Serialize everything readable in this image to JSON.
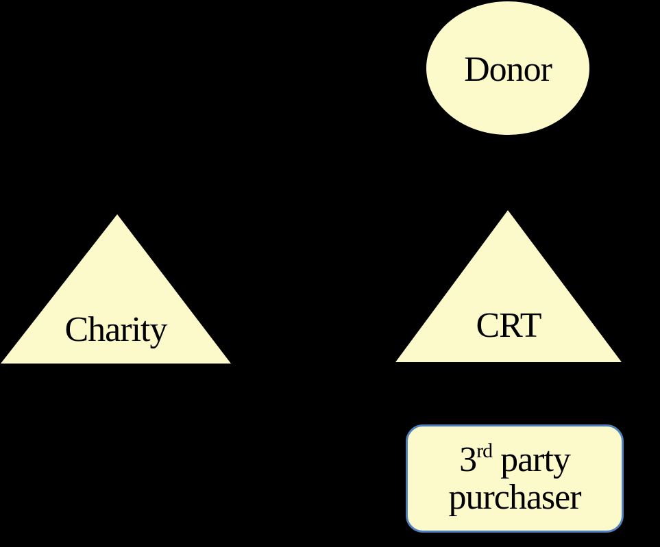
{
  "diagram": {
    "background_color": "#000000",
    "shape_fill_color": "#FCF9CA",
    "text_color": "#000000",
    "box_border_color": "#4F81BD",
    "nodes": {
      "donor": {
        "shape": "ellipse",
        "label": "Donor"
      },
      "charity": {
        "shape": "triangle",
        "label": "Charity"
      },
      "crt": {
        "shape": "triangle",
        "label": "CRT"
      },
      "third_party": {
        "shape": "rounded-rectangle",
        "label": "3rd party purchaser",
        "line1_base": "3",
        "line1_sup": "rd",
        "line1_rest": " party",
        "line2": "purchaser"
      }
    }
  }
}
